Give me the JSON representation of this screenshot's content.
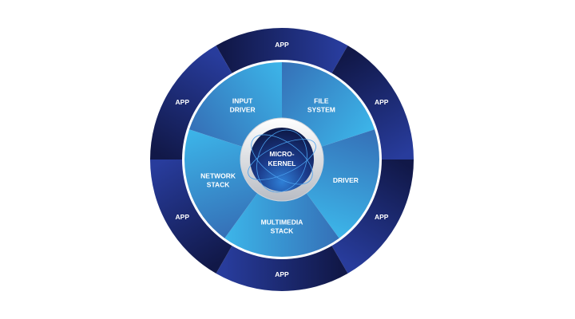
{
  "outer_ring": {
    "apps": [
      {
        "label": "APP"
      },
      {
        "label": "APP"
      },
      {
        "label": "APP"
      },
      {
        "label": "APP"
      },
      {
        "label": "APP"
      },
      {
        "label": "APP"
      }
    ]
  },
  "inner_ring": {
    "segments": [
      {
        "lines": [
          "FILE",
          "SYSTEM"
        ]
      },
      {
        "lines": [
          "DRIVER"
        ]
      },
      {
        "lines": [
          "MULTIMEDIA",
          "STACK"
        ]
      },
      {
        "lines": [
          "NETWORK",
          "STACK"
        ]
      },
      {
        "lines": [
          "INPUT",
          "DRIVER"
        ]
      }
    ]
  },
  "kernel": {
    "lines": [
      "MICRO-",
      "KERNEL"
    ]
  },
  "colors": {
    "outer_dark": "#121a4a",
    "outer_light": "#26398f",
    "inner_light": "#3cb4e8",
    "inner_dark": "#3470b8",
    "globe": "#1b3a8a"
  }
}
